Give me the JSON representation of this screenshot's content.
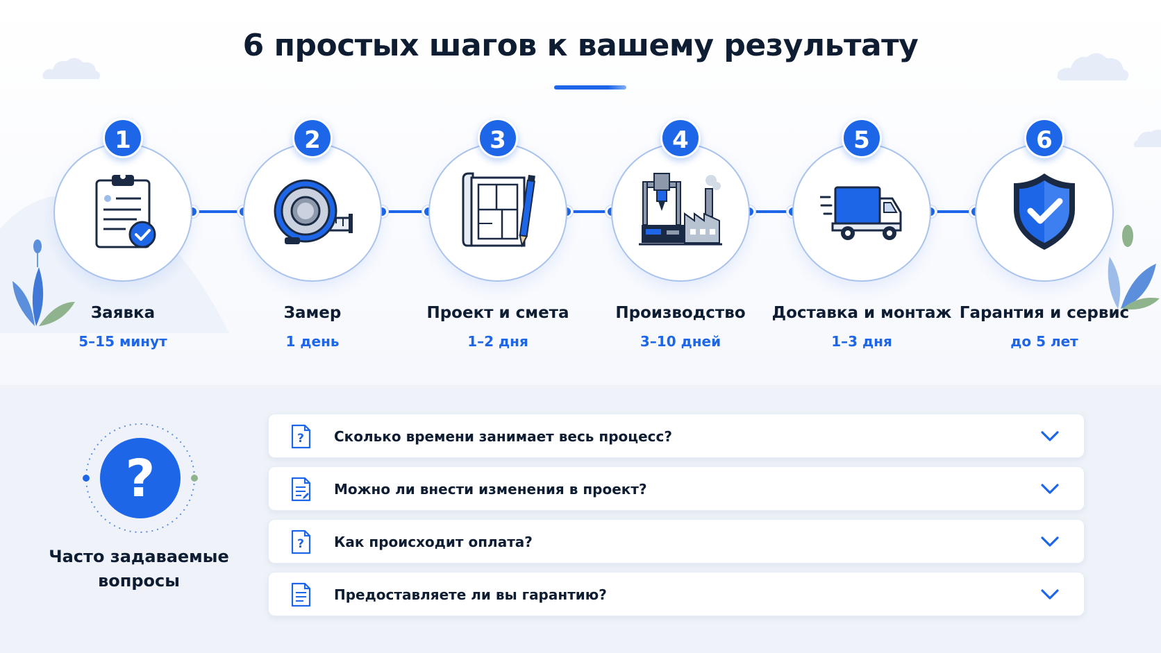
{
  "title": "6 простых шагов к вашему результату",
  "colors": {
    "accent": "#1e66e8",
    "text": "#0f1d33",
    "ring": "#a9c3ec",
    "leaf": "#5b8fdc"
  },
  "steps": [
    {
      "number": "1",
      "label": "Заявка",
      "duration": "5–15 минут",
      "icon": "clipboard-check-icon"
    },
    {
      "number": "2",
      "label": "Замер",
      "duration": "1 день",
      "icon": "tape-measure-icon"
    },
    {
      "number": "3",
      "label": "Проект и смета",
      "duration": "1–2 дня",
      "icon": "blueprint-pencil-icon"
    },
    {
      "number": "4",
      "label": "Производство",
      "duration": "3–10 дней",
      "icon": "factory-cnc-icon"
    },
    {
      "number": "5",
      "label": "Доставка и монтаж",
      "duration": "1–3 дня",
      "icon": "delivery-truck-icon"
    },
    {
      "number": "6",
      "label": "Гарантия и сервис",
      "duration": "до 5 лет",
      "icon": "shield-check-icon"
    }
  ],
  "faq": {
    "badge_glyph": "?",
    "heading_line1": "Часто задаваемые",
    "heading_line2": "вопросы",
    "items": [
      {
        "question": "Сколько времени занимает весь процесс?",
        "icon": "question-document-icon"
      },
      {
        "question": "Можно ли внести изменения в проект?",
        "icon": "edit-document-icon"
      },
      {
        "question": "Как происходит оплата?",
        "icon": "question-document-icon"
      },
      {
        "question": "Предоставляете ли вы гарантию?",
        "icon": "text-document-icon"
      }
    ]
  }
}
